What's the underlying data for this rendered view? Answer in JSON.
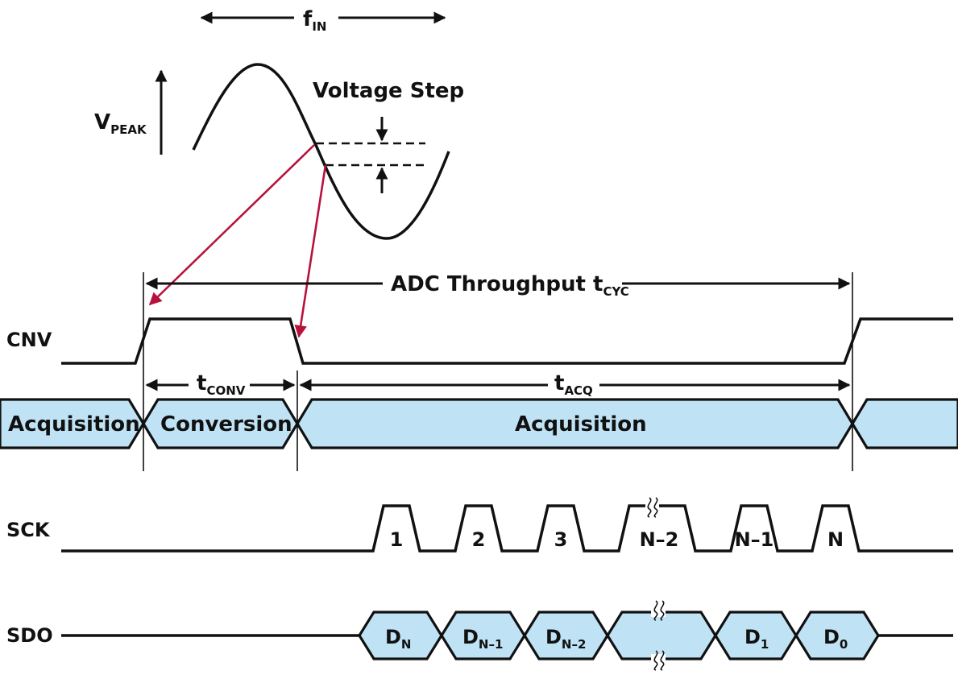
{
  "title": {
    "fin_main": "f",
    "fin_sub": "IN",
    "vpeak_main": "V",
    "vpeak_sub": "PEAK",
    "voltage_step": "Voltage Step"
  },
  "throughput": {
    "main": "ADC Throughput t",
    "sub": "CYC"
  },
  "timing": {
    "tconv_main": "t",
    "tconv_sub": "CONV",
    "tacq_main": "t",
    "tacq_sub": "ACQ"
  },
  "signals": {
    "cnv": "CNV",
    "sck": "SCK",
    "sdo": "SDO"
  },
  "phases": {
    "acq_left": "Acquisition",
    "conversion": "Conversion",
    "acq_main": "Acquisition"
  },
  "sck_pulses": [
    "1",
    "2",
    "3",
    "N–2",
    "N–1",
    "N"
  ],
  "sdo_bits": [
    {
      "main": "D",
      "sub": "N"
    },
    {
      "main": "D",
      "sub": "N–1"
    },
    {
      "main": "D",
      "sub": "N–2"
    },
    {
      "main": "",
      "sub": ""
    },
    {
      "main": "D",
      "sub": "1"
    },
    {
      "main": "D",
      "sub": "0"
    }
  ],
  "colors": {
    "phase_fill": "#bfe3f5",
    "sample_arrow": "#b8123c",
    "line": "#111111"
  }
}
